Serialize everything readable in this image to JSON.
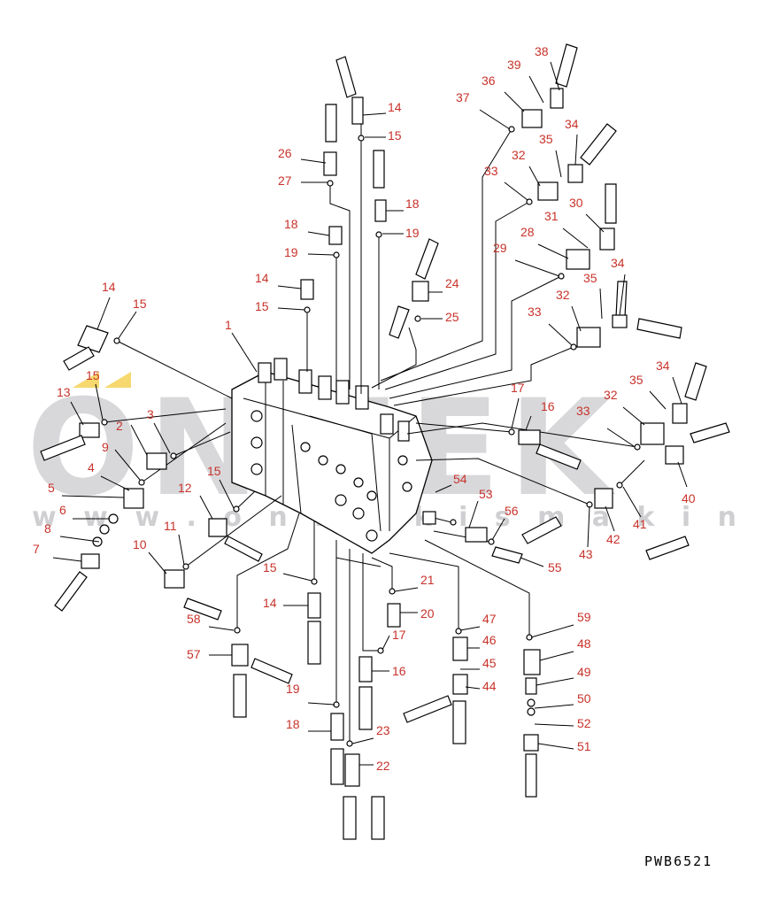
{
  "drawing_id": "PWB6521",
  "watermark": {
    "letters": "ONMEK",
    "url": "w w w . o n m e k i s m a k i n a p a r c a l a n . c o m . t r",
    "accent": "#f2c830"
  },
  "colors": {
    "callout": "#c8322a",
    "line": "#000000",
    "watermark": "#b9b9be"
  },
  "callouts": [
    {
      "id": "c38",
      "label": "38"
    },
    {
      "id": "c39",
      "label": "39"
    },
    {
      "id": "c36",
      "label": "36"
    },
    {
      "id": "c37",
      "label": "37"
    },
    {
      "id": "c34a",
      "label": "34"
    },
    {
      "id": "c35a",
      "label": "35"
    },
    {
      "id": "c32a",
      "label": "32"
    },
    {
      "id": "c33a",
      "label": "33"
    },
    {
      "id": "c30",
      "label": "30"
    },
    {
      "id": "c31",
      "label": "31"
    },
    {
      "id": "c28",
      "label": "28"
    },
    {
      "id": "c29",
      "label": "29"
    },
    {
      "id": "c34b",
      "label": "34"
    },
    {
      "id": "c35b",
      "label": "35"
    },
    {
      "id": "c32b",
      "label": "32"
    },
    {
      "id": "c33b",
      "label": "33"
    },
    {
      "id": "c34c",
      "label": "34"
    },
    {
      "id": "c35c",
      "label": "35"
    },
    {
      "id": "c32c",
      "label": "32"
    },
    {
      "id": "c33c",
      "label": "33"
    },
    {
      "id": "c16a",
      "label": "16"
    },
    {
      "id": "c17a",
      "label": "17"
    },
    {
      "id": "c40",
      "label": "40"
    },
    {
      "id": "c41",
      "label": "41"
    },
    {
      "id": "c42",
      "label": "42"
    },
    {
      "id": "c43",
      "label": "43"
    },
    {
      "id": "c14a",
      "label": "14"
    },
    {
      "id": "c15a",
      "label": "15"
    },
    {
      "id": "c26",
      "label": "26"
    },
    {
      "id": "c27",
      "label": "27"
    },
    {
      "id": "c18a",
      "label": "18"
    },
    {
      "id": "c19a",
      "label": "19"
    },
    {
      "id": "c18b",
      "label": "18"
    },
    {
      "id": "c19b",
      "label": "19"
    },
    {
      "id": "c14b",
      "label": "14"
    },
    {
      "id": "c15b",
      "label": "15"
    },
    {
      "id": "c24",
      "label": "24"
    },
    {
      "id": "c25",
      "label": "25"
    },
    {
      "id": "c1",
      "label": "1"
    },
    {
      "id": "c14c",
      "label": "14"
    },
    {
      "id": "c15c",
      "label": "15"
    },
    {
      "id": "c15d",
      "label": "15"
    },
    {
      "id": "c13",
      "label": "13"
    },
    {
      "id": "c2",
      "label": "2"
    },
    {
      "id": "c3",
      "label": "3"
    },
    {
      "id": "c9",
      "label": "9"
    },
    {
      "id": "c4",
      "label": "4"
    },
    {
      "id": "c5",
      "label": "5"
    },
    {
      "id": "c6",
      "label": "6"
    },
    {
      "id": "c8",
      "label": "8"
    },
    {
      "id": "c7",
      "label": "7"
    },
    {
      "id": "c12",
      "label": "12"
    },
    {
      "id": "c15e",
      "label": "15"
    },
    {
      "id": "c11",
      "label": "11"
    },
    {
      "id": "c10",
      "label": "10"
    },
    {
      "id": "c54",
      "label": "54"
    },
    {
      "id": "c53",
      "label": "53"
    },
    {
      "id": "c56",
      "label": "56"
    },
    {
      "id": "c55",
      "label": "55"
    },
    {
      "id": "c15f",
      "label": "15"
    },
    {
      "id": "c14d",
      "label": "14"
    },
    {
      "id": "c58",
      "label": "58"
    },
    {
      "id": "c57",
      "label": "57"
    },
    {
      "id": "c19c",
      "label": "19"
    },
    {
      "id": "c18c",
      "label": "18"
    },
    {
      "id": "c21",
      "label": "21"
    },
    {
      "id": "c20",
      "label": "20"
    },
    {
      "id": "c17b",
      "label": "17"
    },
    {
      "id": "c16b",
      "label": "16"
    },
    {
      "id": "c23",
      "label": "23"
    },
    {
      "id": "c22",
      "label": "22"
    },
    {
      "id": "c47",
      "label": "47"
    },
    {
      "id": "c46",
      "label": "46"
    },
    {
      "id": "c45",
      "label": "45"
    },
    {
      "id": "c44",
      "label": "44"
    },
    {
      "id": "c59",
      "label": "59"
    },
    {
      "id": "c48",
      "label": "48"
    },
    {
      "id": "c49",
      "label": "49"
    },
    {
      "id": "c50",
      "label": "50"
    },
    {
      "id": "c52",
      "label": "52"
    },
    {
      "id": "c51",
      "label": "51"
    }
  ]
}
